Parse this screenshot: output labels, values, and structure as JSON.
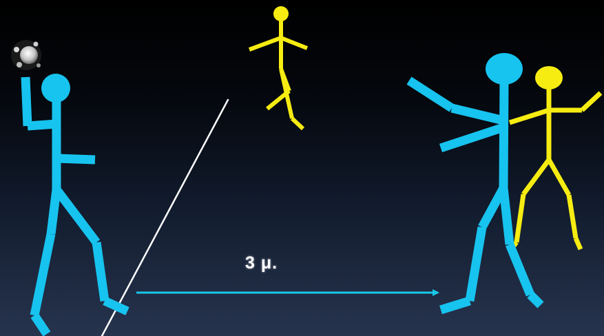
{
  "distance": {
    "label": "3 μ."
  },
  "colors": {
    "background_top": "#000000",
    "background_bottom": "#27344e",
    "team_player": "#17c3ef",
    "opponent": "#f6ec12",
    "arrow": "#19c9e6",
    "line": "#ffffff"
  },
  "figures": [
    {
      "name": "thrower-player",
      "color": "team_player",
      "holding": "ball"
    },
    {
      "name": "jumping-opponent",
      "color": "opponent"
    },
    {
      "name": "receiving-player",
      "color": "team_player"
    },
    {
      "name": "defending-opponent",
      "color": "opponent"
    }
  ]
}
